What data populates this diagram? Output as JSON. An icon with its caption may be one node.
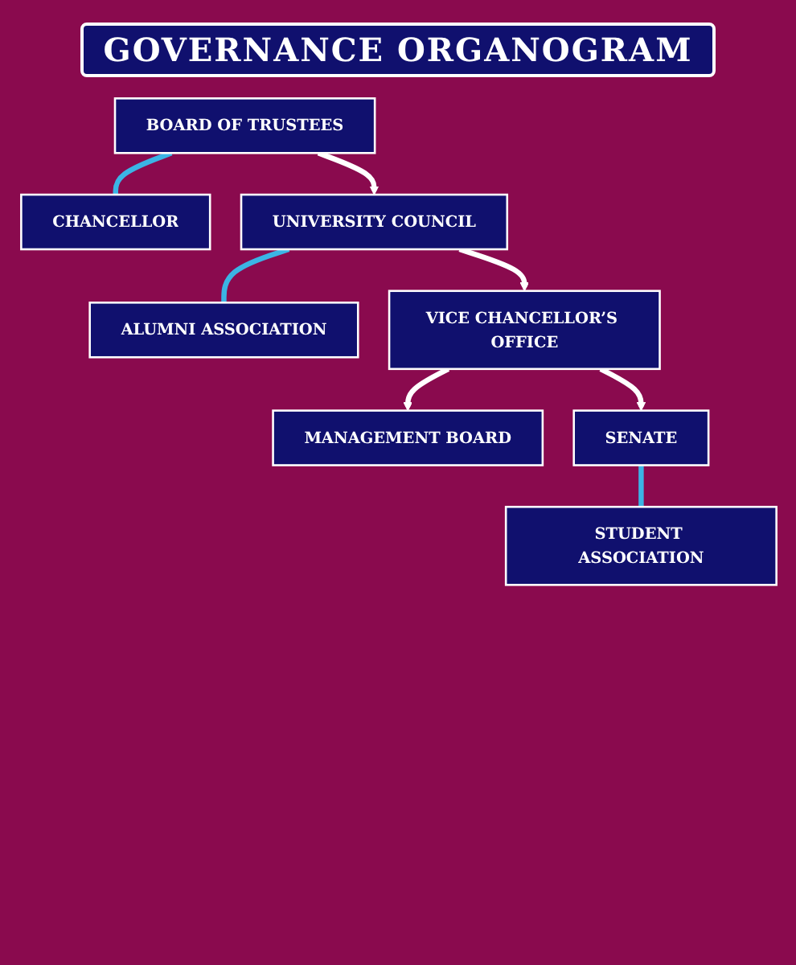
{
  "diagram": {
    "title": "GOVERNANCE ORGANOGRAM",
    "nodes": [
      {
        "text": [
          "BOARD OF TRUSTEES"
        ]
      },
      {
        "text": [
          "CHANCELLOR"
        ]
      },
      {
        "text": [
          "UNIVERSITY COUNCIL"
        ]
      },
      {
        "text": [
          "ALUMNI ASSOCIATION"
        ]
      },
      {
        "text": [
          "VICE CHANCELLOR’S OFFICE"
        ]
      },
      {
        "text": [
          "MANAGEMENT BOARD"
        ]
      },
      {
        "text": [
          "SENATE"
        ]
      },
      {
        "text": [
          "STUDENT ASSOCIATION"
        ]
      }
    ],
    "edges": [
      {
        "from": 0,
        "to": 2,
        "arrow": "to"
      },
      {
        "from": 0,
        "to": 1,
        "arrow": "none",
        "color": "#3bb4e5"
      },
      {
        "from": 2,
        "to": 4,
        "arrow": "to"
      },
      {
        "from": 2,
        "to": 3,
        "arrow": "none",
        "color": "#3bb4e5"
      },
      {
        "from": 4,
        "to": 5,
        "arrow": "to"
      },
      {
        "from": 4,
        "to": 6,
        "arrow": "to"
      },
      {
        "from": 6,
        "to": 7,
        "arrow": "none",
        "color": "#3bb4e5"
      }
    ]
  }
}
